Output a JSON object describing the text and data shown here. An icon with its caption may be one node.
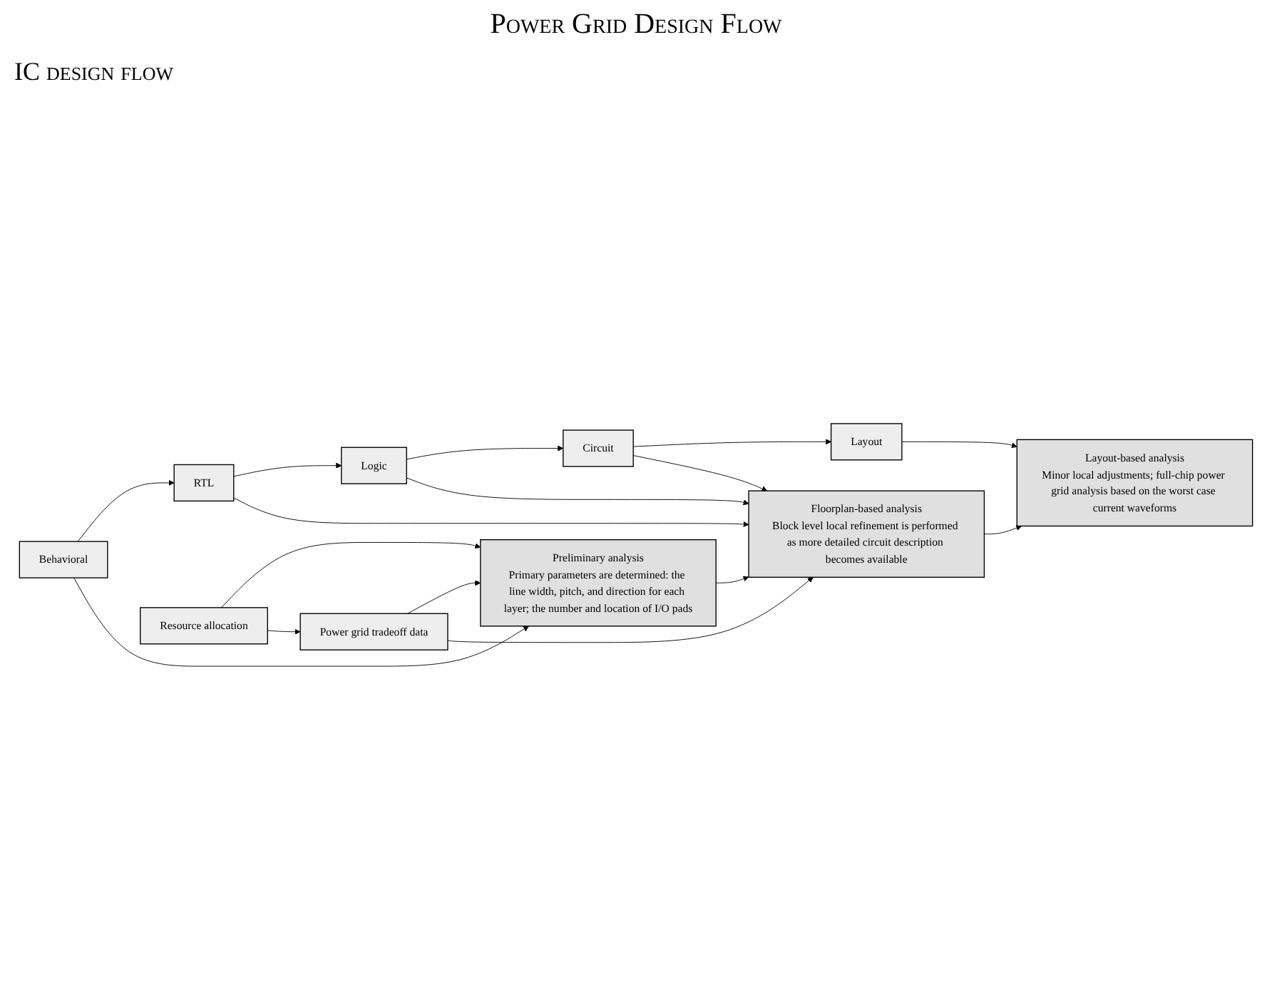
{
  "diagram": {
    "title": "Power Grid Design Flow",
    "nodes": [
      {
        "text": [
          "Behavioral"
        ]
      },
      {
        "text": [
          "RTL"
        ]
      },
      {
        "text": [
          "Logic"
        ]
      },
      {
        "text": [
          "Circuit"
        ]
      },
      {
        "text": [
          "Layout"
        ]
      },
      {
        "text": [
          "Preliminary analysis",
          "Primary parameters are determined: the line width, pitch, and direction for each layer; the number and location of I/O pads"
        ]
      },
      {
        "text": [
          "Floorplan-based analysis",
          "Block level local refinement is performed as more detailed circuit description becomes available"
        ]
      },
      {
        "text": [
          "Layout-based analysis",
          "Minor local adjustments; full-chip power grid analysis based on the worst case current waveforms"
        ]
      },
      {
        "text": [
          "Resource allocation"
        ]
      },
      {
        "text": [
          "Power grid tradeoff data"
        ]
      }
    ],
    "edges": [
      {
        "from": 0,
        "to": 1,
        "arrow": "to"
      },
      {
        "from": 1,
        "to": 2,
        "arrow": "to"
      },
      {
        "from": 2,
        "to": 3,
        "arrow": "to"
      },
      {
        "from": 3,
        "to": 4,
        "arrow": "to"
      },
      {
        "from": 0,
        "to": 5,
        "arrow": "to"
      },
      {
        "from": 1,
        "to": 6,
        "arrow": "to"
      },
      {
        "from": 2,
        "to": 6,
        "arrow": "to"
      },
      {
        "from": 3,
        "to": 6,
        "arrow": "to"
      },
      {
        "from": 4,
        "to": 7,
        "arrow": "to"
      },
      {
        "from": 5,
        "to": 6,
        "arrow": "to"
      },
      {
        "from": 6,
        "to": 7,
        "arrow": "to"
      },
      {
        "from": 8,
        "to": 5,
        "arrow": "to"
      },
      {
        "from": 8,
        "to": 9,
        "arrow": "to"
      },
      {
        "from": 9,
        "to": 5,
        "arrow": "to"
      },
      {
        "from": 9,
        "to": 6,
        "arrow": "to"
      }
    ],
    "labels": [
      "IC design flow"
    ]
  }
}
